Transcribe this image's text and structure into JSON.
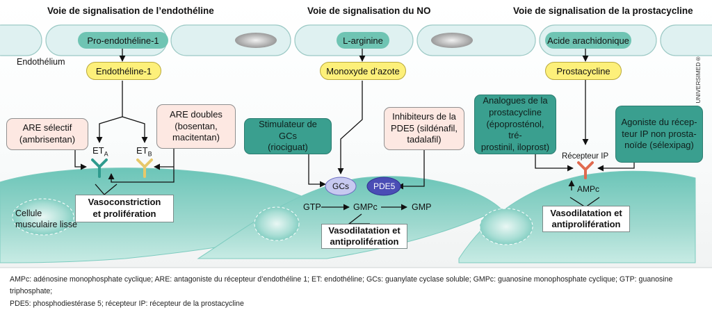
{
  "titles": {
    "endothelin": "Voie de signalisation de l’endothéline",
    "no": "Voie de signalisation du NO",
    "prostacyclin": "Voie de signalisation de la prostacycline"
  },
  "labels": {
    "endothelium": "Endothélium",
    "smooth_muscle_line1": "Cellule",
    "smooth_muscle_line2": "musculaire lisse",
    "copyright": "© UNIVERSIMED®"
  },
  "endothelin": {
    "precursor": "Pro-endothéline-1",
    "hormone": "Endothéline-1",
    "selective_line1": "ARE sélectif",
    "selective_line2": "(ambrisentan)",
    "dual_line1": "ARE doubles",
    "dual_line2": "(bosentan,",
    "dual_line3": "macitentan)",
    "receptor_a": "ET",
    "receptor_a_sub": "A",
    "receptor_b": "ET",
    "receptor_b_sub": "B",
    "effect_line1": "Vasoconstriction",
    "effect_line2": "et prolifération"
  },
  "no": {
    "precursor": "L-arginine",
    "hormone": "Monoxyde d’azote",
    "stimulator_line1": "Stimulateur de GCs",
    "stimulator_line2": "(riociguat)",
    "inhibitor_line1": "Inhibiteurs de la",
    "inhibitor_line2": "PDE5 (sildénafil,",
    "inhibitor_line3": "tadalafil)",
    "gcs": "GCs",
    "pde5": "PDE5",
    "gtp": "GTP",
    "gmpc": "GMPc",
    "gmp": "GMP",
    "effect_line1": "Vasodilatation et",
    "effect_line2": "antiprolifération"
  },
  "prostacyclin": {
    "precursor": "Acide arachidonique",
    "hormone": "Prostacycline",
    "analogs_line1": "Analogues de la",
    "analogs_line2": "prostacycline",
    "analogs_line3": "(époprosténol, tré-",
    "analogs_line4": "prostinil, iloprost)",
    "agonist_line1": "Agoniste du récep-",
    "agonist_line2": "teur IP non prosta-",
    "agonist_line3": "noïde (sélexipag)",
    "receptor": "Récepteur IP",
    "ampc": "AMPc",
    "effect_line1": "Vasodilatation et",
    "effect_line2": "antiprolifération"
  },
  "footer": {
    "line1": "AMPc: adénosine monophosphate cyclique; ARE: antagoniste du récepteur d’endothéline 1; ET: endothéline; GCs: guanylate cyclase soluble; GMPc: guanosine monophosphate cyclique; GTP: guanosine triphosphate;",
    "line2": "PDE5: phosphodiestérase 5; récepteur IP: récepteur de la prostacycline"
  },
  "colors": {
    "endothelium_cell": "#dff1f1",
    "precursor_pill": "#6fc4b3",
    "hormone_pill": "#fdf07a",
    "drug_box": "#3a9f8f",
    "antagonist_box": "#fde8e2",
    "muscle_cell": "#5bbcae",
    "receptor_a": "#2f9b8e",
    "receptor_b": "#e7c86a",
    "receptor_ip": "#e06a4f",
    "gcs": "#c7c9f0",
    "pde5": "#4a4db5"
  }
}
